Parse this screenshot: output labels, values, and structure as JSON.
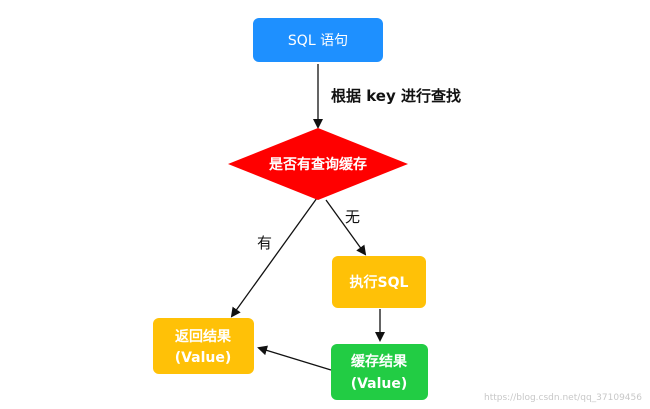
{
  "diagram": {
    "nodes": {
      "sql": {
        "label": "SQL 语句",
        "color": "#1E90FF"
      },
      "decision": {
        "label": "是否有查询缓存",
        "color": "#FF0000"
      },
      "execute": {
        "label": "执行SQL",
        "color": "#FFC107"
      },
      "return": {
        "label_line1": "返回结果",
        "label_line2": "(Value)",
        "color": "#FFC107"
      },
      "cache": {
        "label_line1": "缓存结果",
        "label_line2": "(Value)",
        "color": "#22CC44"
      }
    },
    "edges": {
      "lookup": "根据 key 进行查找",
      "yes": "有",
      "no": "无"
    },
    "watermark": "https://blog.csdn.net/qq_37109456"
  }
}
